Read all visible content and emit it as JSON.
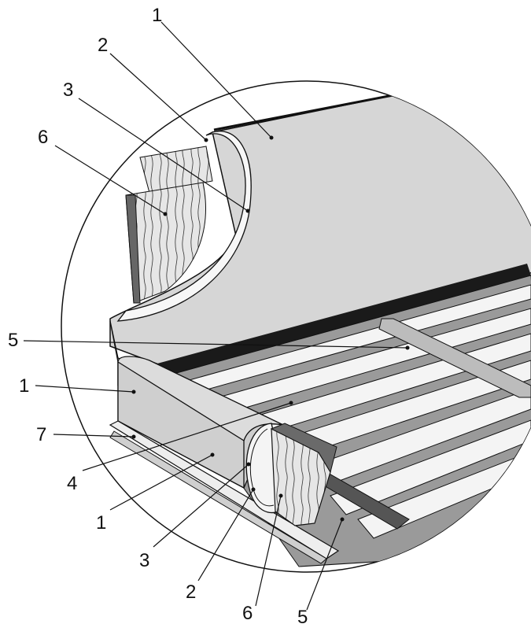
{
  "figure": {
    "callouts": [
      {
        "id": "c1_top",
        "text": "1"
      },
      {
        "id": "c2_top",
        "text": "2"
      },
      {
        "id": "c3_top",
        "text": "3"
      },
      {
        "id": "c6_top",
        "text": "6"
      },
      {
        "id": "c5_mid",
        "text": "5"
      },
      {
        "id": "c1_mid",
        "text": "1"
      },
      {
        "id": "c7",
        "text": "7"
      },
      {
        "id": "c4",
        "text": "4"
      },
      {
        "id": "c1_low",
        "text": "1"
      },
      {
        "id": "c3_low",
        "text": "3"
      },
      {
        "id": "c2_low",
        "text": "2"
      },
      {
        "id": "c6_low",
        "text": "6"
      },
      {
        "id": "c5_low",
        "text": "5"
      }
    ]
  },
  "colors": {
    "upholstery": "#d6d6d6",
    "upholstery_dark": "#bdbdbd",
    "slat": "#f2f2f2",
    "rail": "#555555",
    "wood": "#e4e4e4",
    "outline": "#111111"
  }
}
